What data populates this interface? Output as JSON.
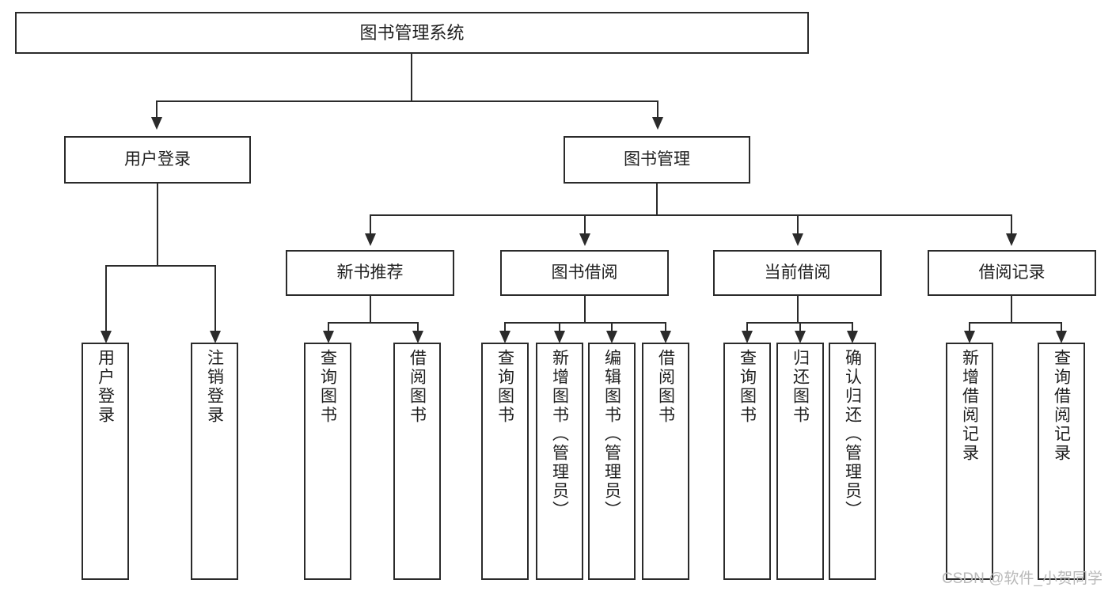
{
  "diagram": {
    "title": "图书管理系统",
    "root": {
      "label": "图书管理系统"
    },
    "level2": {
      "user_login": "用户登录",
      "book_manage": "图书管理"
    },
    "level3": {
      "new_book_recommend": "新书推荐",
      "book_borrow": "图书借阅",
      "current_borrow": "当前借阅",
      "borrow_record": "借阅记录"
    },
    "leaves": {
      "user_login_1": "用户登录",
      "user_login_2": "注销登录",
      "recommend_1": "查询图书",
      "recommend_2": "借阅图书",
      "borrow_1": "查询图书",
      "borrow_2": "新增图书（管理员）",
      "borrow_3": "编辑图书（管理员）",
      "borrow_4": "借阅图书",
      "current_1": "查询图书",
      "current_2": "归还图书",
      "current_3": "确认归还（管理员）",
      "record_1": "新增借阅记录",
      "record_2": "查询借阅记录"
    }
  },
  "watermark": {
    "text": "CSDN @软件_小贺同学"
  },
  "colors": {
    "stroke": "#2b2b2b",
    "background": "#ffffff",
    "text": "#1f1f1f",
    "watermark": "#b9b9b9"
  }
}
